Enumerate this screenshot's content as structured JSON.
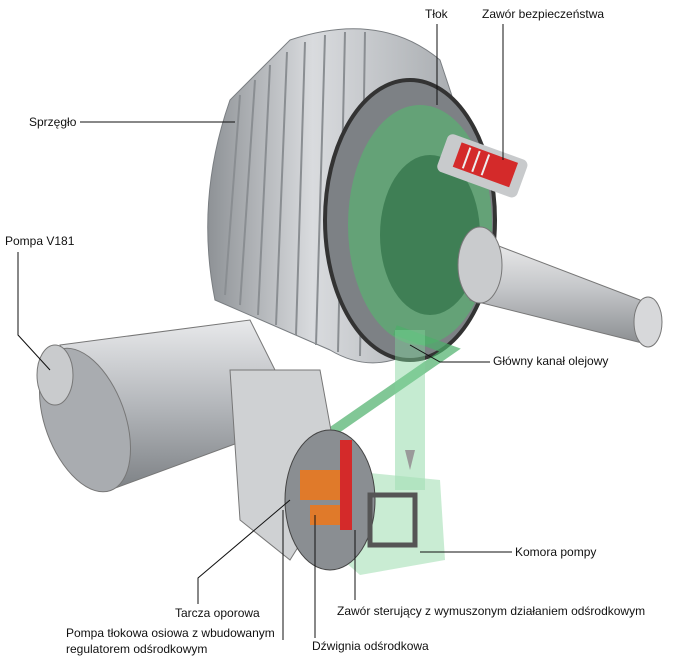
{
  "labels": {
    "piston": "Tłok",
    "safety_valve": "Zawór bezpieczeństwa",
    "clutch": "Sprzęgło",
    "pump_motor": "Pompa V181",
    "main_oil_channel": "Główny kanał olejowy",
    "pump_chamber": "Komora pompy",
    "thrust_plate": "Tarcza oporowa",
    "control_valve": "Zawór sterujący z wymuszonym działaniem odśrodkowym",
    "axial_pump_line1": "Pompa tłokowa osiowa z wbudowanym",
    "axial_pump_line2": "regulatorem odśrodkowym",
    "centrifugal_lever": "Dźwignia odśrodkowa"
  },
  "colors": {
    "metal": "#b9bcc0",
    "oil_green": "#4caf6a",
    "valve_red": "#d42a2a",
    "pump_orange": "#e07a2a"
  }
}
